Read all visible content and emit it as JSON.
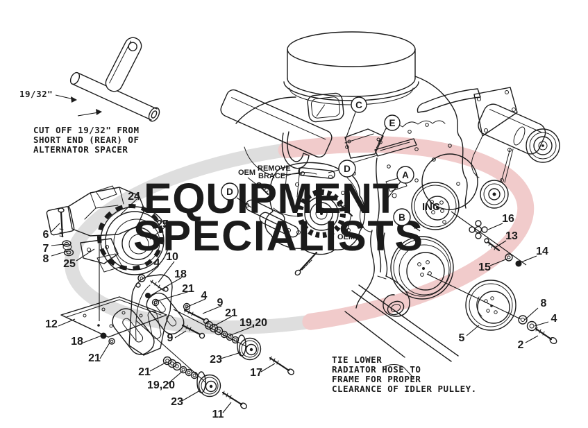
{
  "watermark": {
    "brand_line1": "EQUIPMENT",
    "brand_line2": "SPECIALISTS",
    "brand_suffix": "INC",
    "pink": "#f0c3c3",
    "gray": "#c9c9c9",
    "swoosh_pink": "#f1cbcb",
    "swoosh_gray": "#dedede"
  },
  "inset": {
    "dimension": "19/32\"",
    "note_line1": "CUT OFF 19/32\" FROM",
    "note_line2": "SHORT END (REAR) OF",
    "note_line3": "ALTERNATOR SPACER"
  },
  "instructions": {
    "oem_left": "OEM",
    "remove_brace_line1": "REMOVE",
    "remove_brace_line2": "BRACE",
    "oem_center": "OEM",
    "tie_line1": "TIE LOWER",
    "tie_line2": "RADIATOR HOSE TO",
    "tie_line3": "FRAME FOR PROPER",
    "tie_line4": "CLEARANCE OF IDLER PULLEY."
  },
  "balloons": {
    "c": "C",
    "e": "E",
    "d_right": "D",
    "a": "A",
    "b": "B",
    "d_left": "D"
  },
  "callouts": {
    "c24": "24",
    "c25_top": "25",
    "c6": "6",
    "c7": "7",
    "c8_left": "8",
    "c25_bot": "25",
    "c4_a": "4",
    "c10": "10",
    "c18_a": "18",
    "c21_a": "21",
    "c4_b": "4",
    "c9_a": "9",
    "c21_b": "21",
    "c1920_a": "19,20",
    "c12": "12",
    "c18_b": "18",
    "c21_c": "21",
    "c9_b": "9",
    "c21_d": "21",
    "c1920_b": "19,20",
    "c23_a": "23",
    "c17": "17",
    "c23_b": "23",
    "c11": "11",
    "c16": "16",
    "c13": "13",
    "c15": "15",
    "c14": "14",
    "c8_right": "8",
    "c4_c": "4",
    "c5": "5",
    "c2": "2"
  },
  "line_color": "#1b1b1b"
}
